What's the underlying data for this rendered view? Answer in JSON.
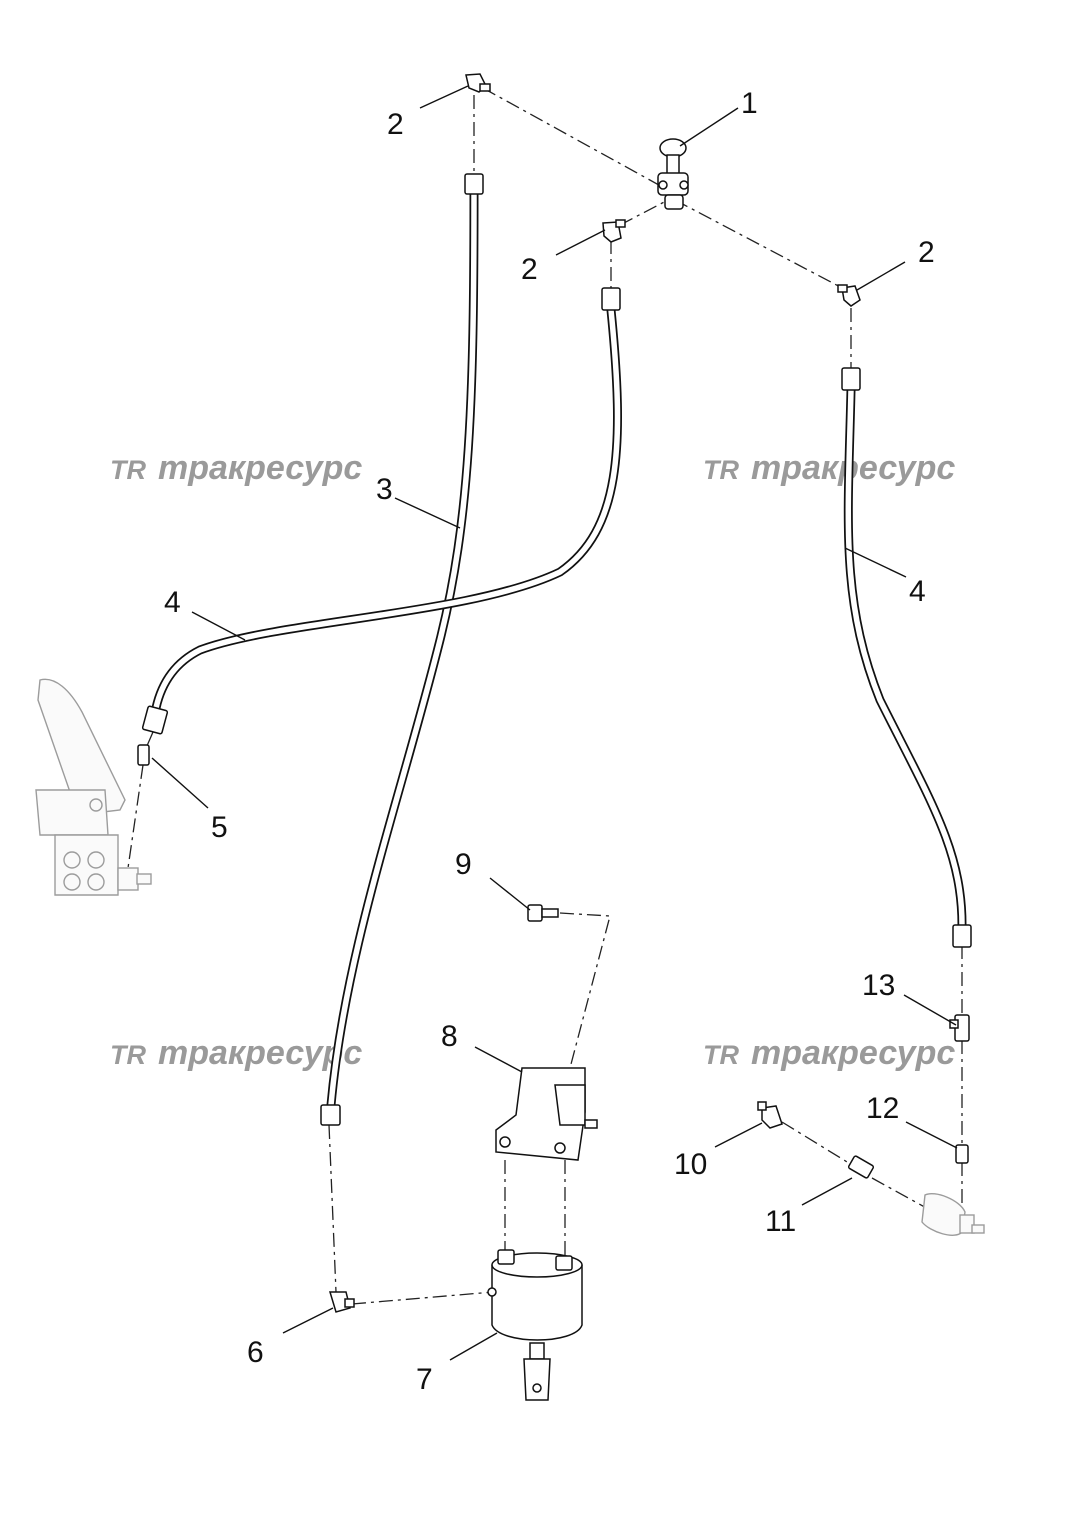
{
  "watermark": {
    "logo": "TR",
    "text": "тракресурс"
  },
  "callouts": {
    "c1": "1",
    "c2a": "2",
    "c2b": "2",
    "c2c": "2",
    "c3": "3",
    "c4a": "4",
    "c4b": "4",
    "c5": "5",
    "c6": "6",
    "c7": "7",
    "c8": "8",
    "c9": "9",
    "c10": "10",
    "c11": "11",
    "c12": "12",
    "c13": "13"
  },
  "colors": {
    "line": "#111111",
    "watermark": "#9a9a9a",
    "ghost_part": "#9c9c9c",
    "background": "#ffffff"
  }
}
